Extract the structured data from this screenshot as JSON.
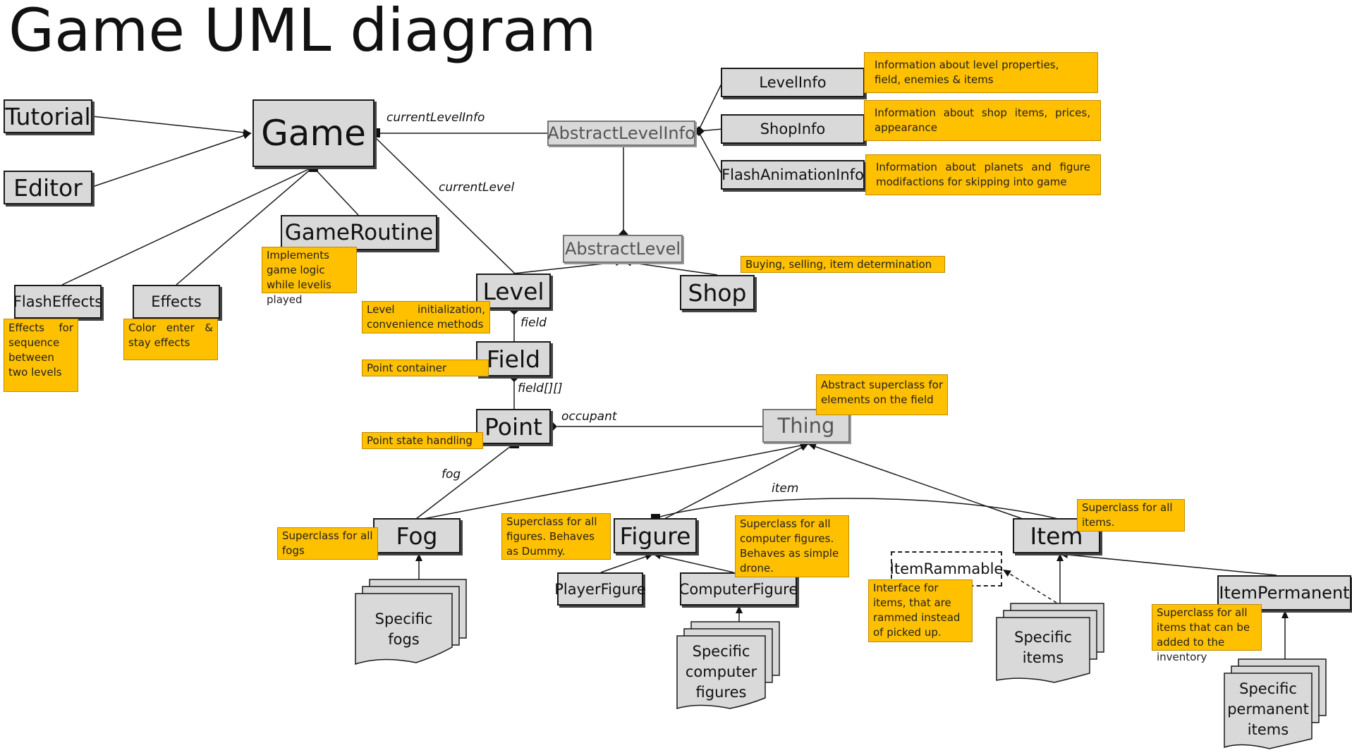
{
  "title": "Game UML diagram",
  "classes": {
    "tutorial": "Tutorial",
    "editor": "Editor",
    "game": "Game",
    "game_routine": "GameRoutine",
    "flash_effects": "FlashEffects",
    "effects": "Effects",
    "abstract_level_info": "AbstractLevelInfo",
    "level_info": "LevelInfo",
    "shop_info": "ShopInfo",
    "flash_animation_info": "FlashAnimationInfo",
    "abstract_level": "AbstractLevel",
    "level": "Level",
    "shop": "Shop",
    "field": "Field",
    "point": "Point",
    "thing": "Thing",
    "fog": "Fog",
    "figure": "Figure",
    "player_figure": "PlayerFigure",
    "computer_figure": "ComputerFigure",
    "item": "Item",
    "item_rammable": "ItemRammable",
    "item_permanent": "ItemPermanent"
  },
  "stacks": {
    "specific_fogs": [
      "Specific",
      "fogs"
    ],
    "specific_computer_figures": [
      "Specific",
      "computer",
      "figures"
    ],
    "specific_items": [
      "Specific",
      "items"
    ],
    "specific_permanent_items": [
      "Specific",
      "permanent",
      "items"
    ]
  },
  "notes": {
    "level_info": "Information about level properties, field, enemies & items",
    "shop_info": "Information about shop items, prices, appearance",
    "flash_animation_info": "Information about planets and figure modifactions for skipping into game",
    "game_routine": "Implements game logic while levelis played",
    "flash_effects": "Effects for sequence between two levels",
    "effects": "Color enter & stay effects",
    "shop": "Buying, selling, item determination",
    "level": "Level initialization, convenience methods",
    "field": "Point container",
    "point": "Point state handling",
    "thing": "Abstract superclass for elements on the field",
    "fog": "Superclass for all fogs",
    "figure": "Superclass for all figures. Behaves as Dummy.",
    "computer_figure": "Superclass for all computer figures. Behaves as simple drone.",
    "item": "Superclass for all items.",
    "item_rammable": "Interface for items, that are rammed instead of picked up.",
    "item_permanent": "Superclass for all items that can be added to the inventory"
  },
  "associations": {
    "current_level_info": "currentLevelInfo",
    "current_level": "currentLevel",
    "field": "field",
    "field_array": "field[][]",
    "occupant": "occupant",
    "fog": "fog",
    "item": "item"
  }
}
